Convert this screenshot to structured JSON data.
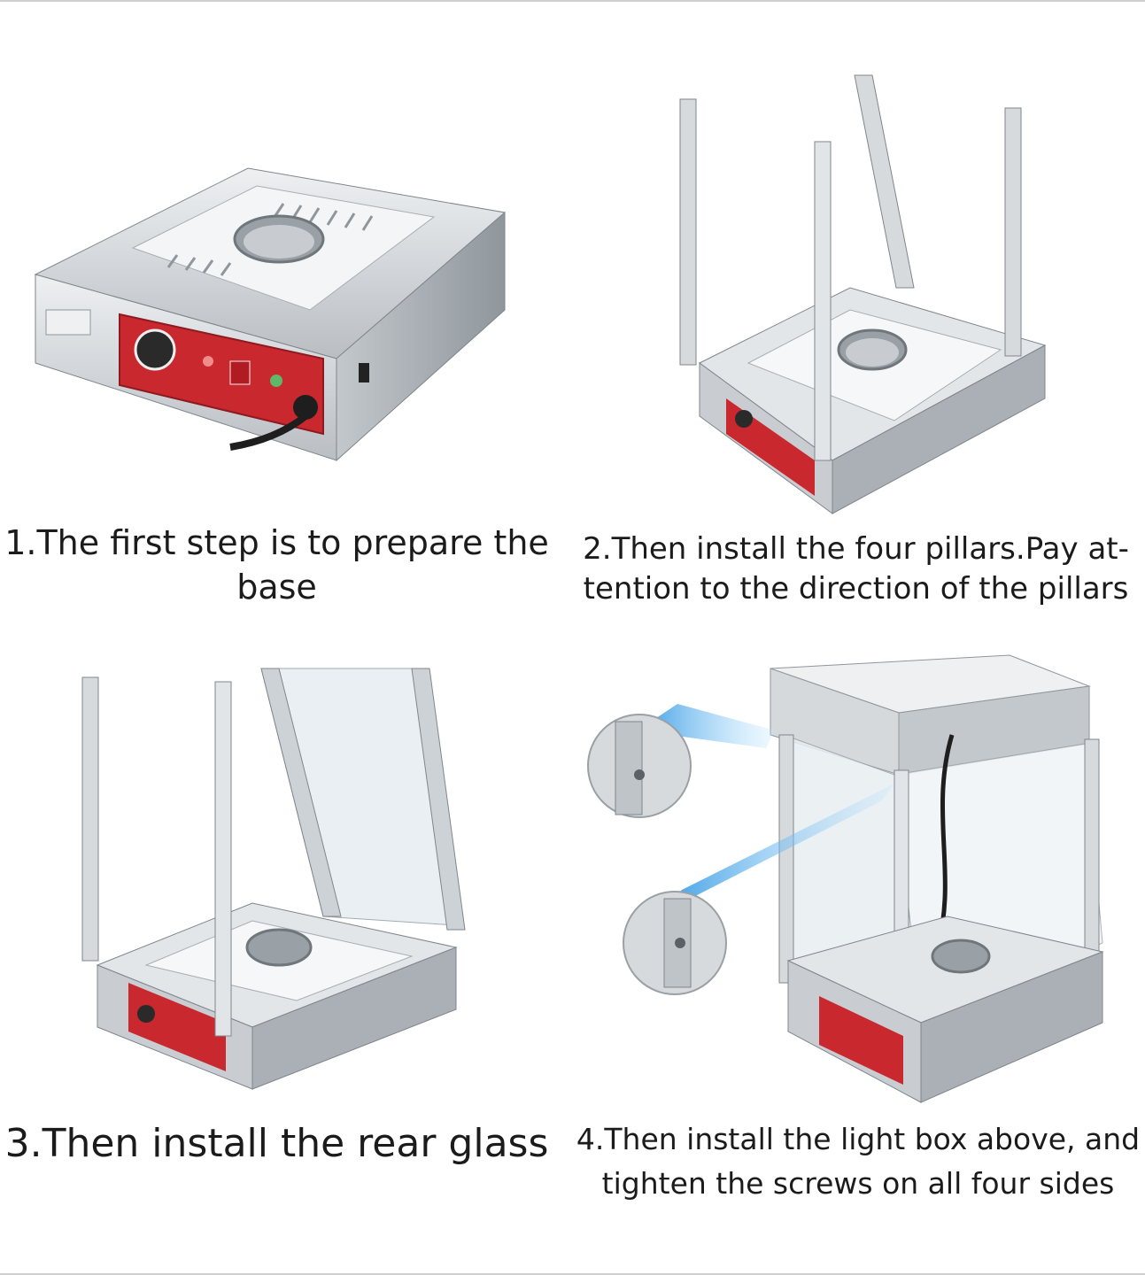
{
  "steps": [
    {
      "text": "1.The first step is to prepare the base"
    },
    {
      "text": "2.Then install the four pillars.Pay at-tention to the direction of the pillars",
      "line1": "2.Then install the four pillars.Pay at-",
      "line2": "tention to the direction of the pillars"
    },
    {
      "text": "3.Then install the rear glass"
    },
    {
      "text": "4.Then install the light box above, and tighten the screws on all four sides",
      "line1": "4.Then install the light box above, and",
      "line2": "tighten the screws on all four sides"
    }
  ],
  "colors": {
    "steel": "#cfd3d6",
    "steel_dark": "#8e959b",
    "panel_red": "#c8282e",
    "glass": "#e8eef2",
    "callout_blue": "#4db3f2"
  }
}
